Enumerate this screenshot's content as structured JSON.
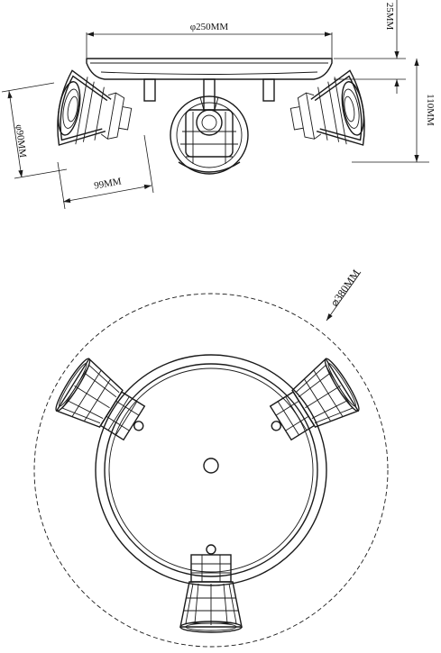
{
  "dimensions": {
    "base_diameter": "φ250MM",
    "base_height": "25MM",
    "total_height": "110MM",
    "shade_diameter": "φ90MM",
    "shade_depth": "99MM",
    "spread_diameter": "⌀380MM"
  },
  "colors": {
    "line": "#1a1a1a",
    "background": "#ffffff"
  }
}
